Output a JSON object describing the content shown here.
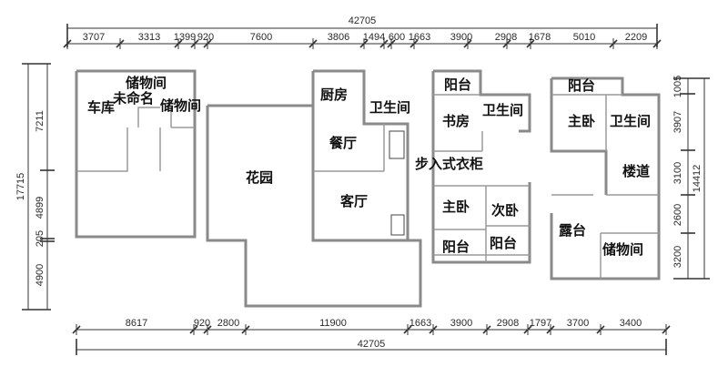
{
  "dimensions": {
    "top_total": "42705",
    "bottom_total": "42705",
    "top_segments": [
      "3707",
      "3313",
      "1399",
      "920",
      "7600",
      "3806",
      "1494",
      "600",
      "1663",
      "3900",
      "2908",
      "1678",
      "5010",
      "2209"
    ],
    "bottom_segments": [
      "8617",
      "920",
      "2800",
      "11900",
      "1663",
      "3900",
      "2908",
      "1797",
      "3700",
      "3400"
    ],
    "left_total": "17715",
    "left_segments": [
      "7211",
      "4899",
      "205",
      "4900"
    ],
    "right_total": "14412",
    "right_segments": [
      "1005",
      "3907",
      "3100",
      "2600",
      "3200"
    ]
  },
  "rooms": {
    "garage": "车库",
    "storage_1": "储物间",
    "unnamed": "未命名",
    "storage_2": "储物间",
    "garden": "花园",
    "kitchen": "厨房",
    "dining": "餐厅",
    "bath_1": "卫生间",
    "living": "客厅",
    "balcony_1": "阳台",
    "study": "书房",
    "bath_2": "卫生间",
    "walkin_closet": "步入式衣柜",
    "master_bed_1": "主卧",
    "second_bed": "次卧",
    "balcony_2": "阳台",
    "balcony_3": "阳台",
    "balcony_4": "阳台",
    "master_bed_2": "主卧",
    "bath_3": "卫生间",
    "stairs": "楼道",
    "terrace": "露台",
    "storage_3": "储物间"
  }
}
